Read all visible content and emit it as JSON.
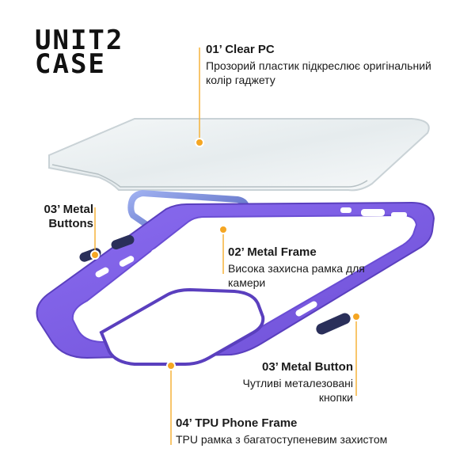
{
  "brand": {
    "logo_line1": "UNIT2",
    "logo_line2": "CASE"
  },
  "callouts": {
    "clear_pc": {
      "title": "01’ Clear PC",
      "desc": "Прозорий пластик підкреслює оригінальний колір гаджету"
    },
    "metal_frame": {
      "title": "02’ Metal Frame",
      "desc": "Висока захисна рамка для камери"
    },
    "metal_buttons": {
      "title": "03’ Metal Buttons"
    },
    "metal_button": {
      "title": "03’ Metal Button",
      "desc": "Чутливі металезовані кнопки"
    },
    "tpu_frame": {
      "title": "04’ TPU Phone Frame",
      "desc": "TPU рамка з багатоступеневим захистом"
    }
  },
  "colors": {
    "accent_dot": "#f5a623",
    "frame_purple": "#7b5ce0",
    "camera_ring_blue": "#5b6fc7",
    "button_dark": "#2a2f5a",
    "leader_line": "#f5b23a"
  }
}
